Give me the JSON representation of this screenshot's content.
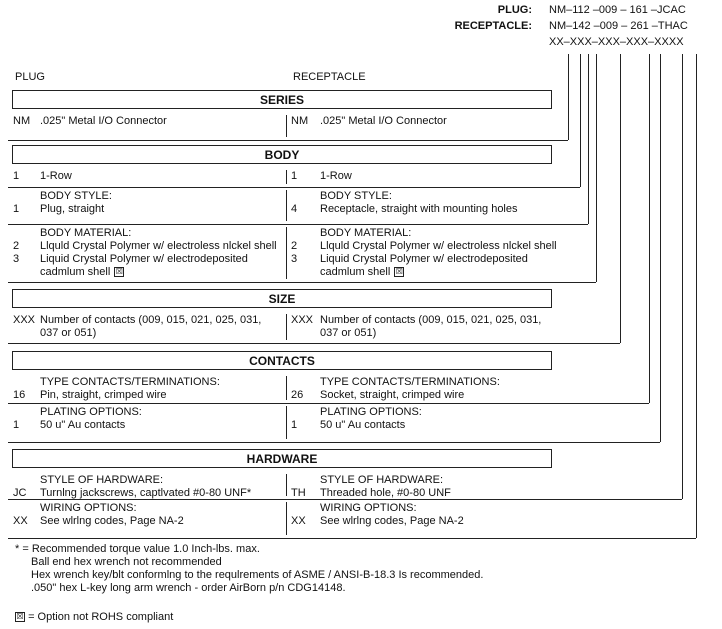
{
  "part_number": {
    "plug_label": "PLUG:",
    "plug_code": "NM–112 –009 – 161 –JCAC",
    "receptacle_label": "RECEPTACLE:",
    "receptacle_code": "NM–142 –009 – 261 –THAC",
    "template": "XX–XXX–XXX–XXX–XXXX"
  },
  "columns": {
    "plug": "PLUG",
    "receptacle": "RECEPTACLE"
  },
  "sections": [
    {
      "title": "SERIES",
      "rows": [
        {
          "plug": [
            {
              "code": "NM",
              "text": ".025\" Metal I/O Connector"
            }
          ],
          "receptacle": [
            {
              "code": "NM",
              "text": ".025\" Metal I/O Connector"
            }
          ]
        }
      ]
    },
    {
      "title": "BODY",
      "rows": [
        {
          "plug": [
            {
              "code": "1",
              "text": "1-Row"
            }
          ],
          "receptacle": [
            {
              "code": "1",
              "text": "1-Row"
            }
          ]
        },
        {
          "plug": [
            {
              "code": "",
              "text": "BODY STYLE:"
            },
            {
              "code": "1",
              "text": "Plug, straight"
            }
          ],
          "receptacle": [
            {
              "code": "",
              "text": "BODY STYLE:"
            },
            {
              "code": "4",
              "text": "Receptacle, straight with mounting holes"
            }
          ]
        },
        {
          "plug": [
            {
              "code": "",
              "text": "BODY MATERIAL:"
            },
            {
              "code": "2",
              "text": "Llquld Crystal Polymer w/ electroless nlckel shell"
            },
            {
              "code": "3",
              "text": "Liquid Crystal Polymer w/ electrodeposited"
            },
            {
              "code": "",
              "text": "cadmlum shell",
              "rohs": true
            }
          ],
          "receptacle": [
            {
              "code": "",
              "text": "BODY MATERIAL:"
            },
            {
              "code": "2",
              "text": "Llquld Crystal Polymer w/ electroless nlckel shell"
            },
            {
              "code": "3",
              "text": "Liquid Crystal Polymer w/ electrodeposited"
            },
            {
              "code": "",
              "text": "cadmlum shell",
              "rohs": true
            }
          ]
        }
      ]
    },
    {
      "title": "SIZE",
      "rows": [
        {
          "plug": [
            {
              "code": "XXX",
              "text": "Number of contacts (009, 015, 021, 025, 031,"
            },
            {
              "code": "",
              "text": "037 or 051)"
            }
          ],
          "receptacle": [
            {
              "code": "XXX",
              "text": "Number of contacts (009, 015, 021, 025, 031,"
            },
            {
              "code": "",
              "text": "037 or 051)"
            }
          ]
        }
      ]
    },
    {
      "title": "CONTACTS",
      "rows": [
        {
          "plug": [
            {
              "code": "",
              "text": "TYPE CONTACTS/TERMINATIONS:"
            },
            {
              "code": "16",
              "text": "Pin, straight, crimped wire"
            }
          ],
          "receptacle": [
            {
              "code": "",
              "text": "TYPE CONTACTS/TERMINATIONS:"
            },
            {
              "code": "26",
              "text": "Socket, straight, crimped wire"
            }
          ]
        },
        {
          "plug": [
            {
              "code": "",
              "text": "PLATING OPTIONS:"
            },
            {
              "code": "1",
              "text": "50 u\" Au contacts"
            }
          ],
          "receptacle": [
            {
              "code": "",
              "text": "PLATING OPTIONS:"
            },
            {
              "code": "1",
              "text": "50 u\" Au contacts"
            }
          ]
        }
      ]
    },
    {
      "title": "HARDWARE",
      "rows": [
        {
          "plug": [
            {
              "code": "",
              "text": "STYLE OF HARDWARE:"
            },
            {
              "code": "JC",
              "text": "Turnlng jackscrews, captlvated #0-80 UNF*"
            }
          ],
          "receptacle": [
            {
              "code": "",
              "text": "STYLE OF HARDWARE:"
            },
            {
              "code": "TH",
              "text": "Threaded hole, #0-80 UNF"
            }
          ]
        },
        {
          "plug": [
            {
              "code": "",
              "text": "WIRING OPTIONS:"
            },
            {
              "code": "XX",
              "text": "See wlrlng codes, Page NA-2"
            }
          ],
          "receptacle": [
            {
              "code": "",
              "text": "WIRING OPTIONS:"
            },
            {
              "code": "XX",
              "text": "See wlrlng codes, Page NA-2"
            }
          ]
        }
      ]
    }
  ],
  "notes": [
    "* = Recommended torque value 1.0 Inch-lbs. max.",
    "Ball end hex wrench not recommended",
    "Hex wrench key/blt conformlng to the requlrements of ASME / ANSI-B-18.3 Is recommended.",
    ".050\" hex L-key long arm wrench - order AirBorn p/n CDG14148."
  ],
  "rohs_symbol": "☒",
  "rohs_note": "= Option not ROHS compliant"
}
